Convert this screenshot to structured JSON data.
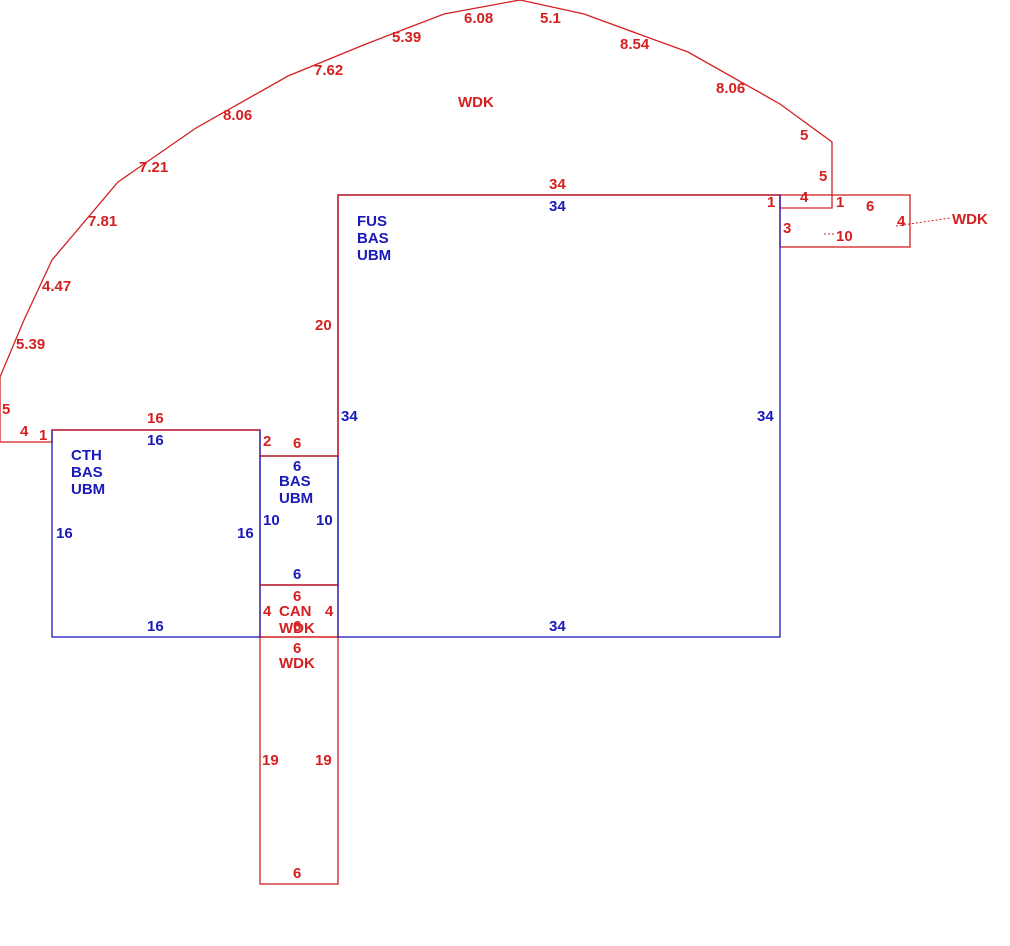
{
  "colors": {
    "red": "#d42020",
    "blue": "#1a1ab8",
    "background": "#ffffff"
  },
  "areas": {
    "big_top": "WDK",
    "right_small": "WDK",
    "can": [
      "CAN",
      "WDK"
    ],
    "lower": "WDK",
    "fus": [
      "FUS",
      "BAS",
      "UBM"
    ],
    "cth": [
      "CTH",
      "BAS",
      "UBM"
    ],
    "mid": [
      "BAS",
      "UBM"
    ]
  },
  "dims": {
    "arc": [
      "5",
      "4",
      "1",
      "5.39",
      "4.47",
      "7.81",
      "7.21",
      "8.06",
      "7.62",
      "5.39",
      "6.08",
      "5.1",
      "8.54",
      "8.06",
      "5",
      "5",
      "4",
      "1",
      "1"
    ],
    "right_box": [
      "6",
      "4",
      "10",
      "3"
    ],
    "fus_red_top": "34",
    "fus_blue": [
      "34",
      "34",
      "34",
      "34"
    ],
    "fus_left_red": "20",
    "cth_red_top": "16",
    "cth_blue": [
      "16",
      "16",
      "16",
      "16"
    ],
    "mid_red": [
      "2",
      "6"
    ],
    "mid_blue": [
      "6",
      "10",
      "10",
      "6"
    ],
    "can": [
      "6",
      "4",
      "4",
      "6"
    ],
    "lower": [
      "6",
      "19",
      "19",
      "6"
    ]
  }
}
